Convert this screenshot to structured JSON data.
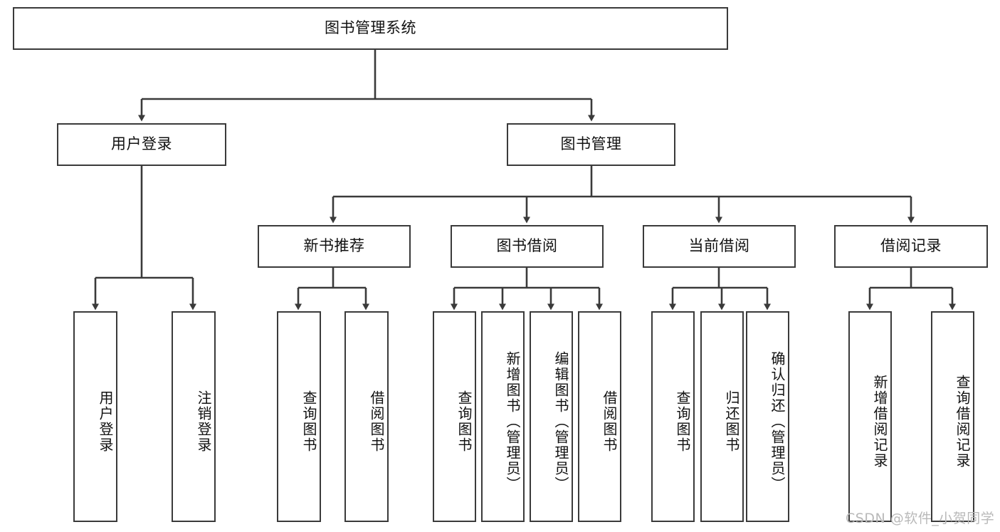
{
  "diagram": {
    "title": "图书管理系统",
    "type": "hierarchy-tree",
    "watermark": "CSDN @软件_小贺同学",
    "colors": {
      "box_border": "#3a3a3a",
      "box_fill": "#ffffff",
      "edge": "#3a3a3a",
      "text": "#111111",
      "watermark": "#b9b9b9",
      "background": "#ffffff"
    },
    "nodes": {
      "root": {
        "label": "图书管理系统"
      },
      "level2": [
        {
          "id": "user-login",
          "label": "用户登录"
        },
        {
          "id": "book-manage",
          "label": "图书管理"
        }
      ],
      "level3": [
        {
          "id": "new-book-rec",
          "label": "新书推荐"
        },
        {
          "id": "book-borrow",
          "label": "图书借阅"
        },
        {
          "id": "current-borrow",
          "label": "当前借阅"
        },
        {
          "id": "borrow-record",
          "label": "借阅记录"
        }
      ],
      "leaves": {
        "user-login": [
          {
            "id": "leaf-user-login",
            "label": "用户登录"
          },
          {
            "id": "leaf-logout",
            "label": "注销登录"
          }
        ],
        "new-book-rec": [
          {
            "id": "leaf-query-book-1",
            "label": "查询图书"
          },
          {
            "id": "leaf-borrow-book-1",
            "label": "借阅图书"
          }
        ],
        "book-borrow": [
          {
            "id": "leaf-query-book-2",
            "label": "查询图书"
          },
          {
            "id": "leaf-add-book",
            "label": "新增图书（管理员）"
          },
          {
            "id": "leaf-edit-book",
            "label": "编辑图书（管理员）"
          },
          {
            "id": "leaf-borrow-book-2",
            "label": "借阅图书"
          }
        ],
        "current-borrow": [
          {
            "id": "leaf-query-book-3",
            "label": "查询图书"
          },
          {
            "id": "leaf-return-book",
            "label": "归还图书"
          },
          {
            "id": "leaf-confirm-return",
            "label": "确认归还（管理员）"
          }
        ],
        "borrow-record": [
          {
            "id": "leaf-add-record",
            "label": "新增借阅记录"
          },
          {
            "id": "leaf-query-record",
            "label": "查询借阅记录"
          }
        ]
      }
    }
  }
}
